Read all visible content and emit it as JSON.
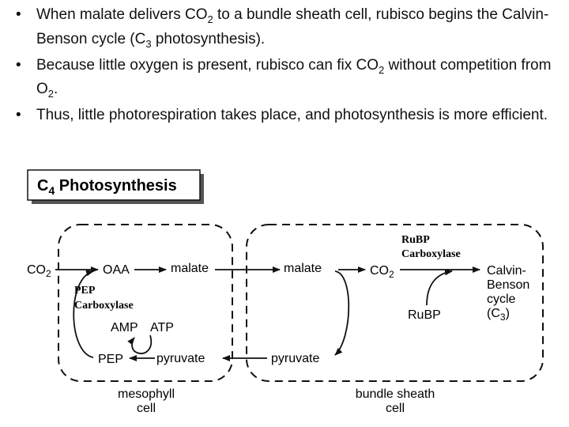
{
  "bullets": [
    {
      "parts": [
        {
          "t": "When malate delivers CO"
        },
        {
          "t": "2",
          "sub": true
        },
        {
          "t": " to a bundle sheath cell, rubisco begins the Calvin-Benson cycle (C"
        },
        {
          "t": "3",
          "sub": true
        },
        {
          "t": " photosynthesis)."
        }
      ]
    },
    {
      "parts": [
        {
          "t": "Because little oxygen is present, rubisco can fix CO"
        },
        {
          "t": "2",
          "sub": true
        },
        {
          "t": " without competition from O"
        },
        {
          "t": "2",
          "sub": true
        },
        {
          "t": "."
        }
      ]
    },
    {
      "parts": [
        {
          "t": "Thus, little photorespiration takes place, and photosynthesis is more efficient."
        }
      ]
    }
  ],
  "diagram": {
    "title_prefix": "C",
    "title_sub": "4",
    "title_rest": " Photosynthesis",
    "mesophyll": {
      "co2": "CO",
      "co2_sub": "2",
      "oaa": "OAA",
      "malate": "malate",
      "pep_carboxylase_line1": "PEP",
      "pep_carboxylase_line2": "Carboxylase",
      "amp": "AMP",
      "atp": "ATP",
      "pep": "PEP",
      "pyruvate": "pyruvate",
      "cell_label_line1": "mesophyll",
      "cell_label_line2": "cell"
    },
    "bundle_sheath": {
      "malate": "malate",
      "co2": "CO",
      "co2_sub": "2",
      "rubp_carboxylase_line1": "RuBP",
      "rubp_carboxylase_line2": "Carboxylase",
      "rubp": "RuBP",
      "pyruvate": "pyruvate",
      "calvin_line1": "Calvin-",
      "calvin_line2": "Benson",
      "calvin_line3": "cycle",
      "calvin_line4_prefix": "(C",
      "calvin_line4_sub": "3",
      "calvin_line4_suffix": ")",
      "cell_label_line1": "bundle sheath",
      "cell_label_line2": "cell"
    }
  }
}
